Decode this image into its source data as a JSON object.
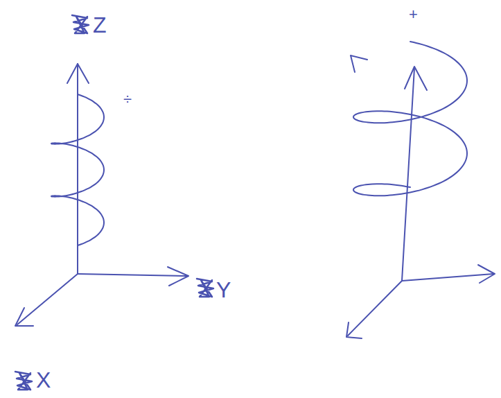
{
  "diagram": {
    "labels": [
      "Z",
      "Y",
      "X",
      "÷",
      "+"
    ]
  }
}
